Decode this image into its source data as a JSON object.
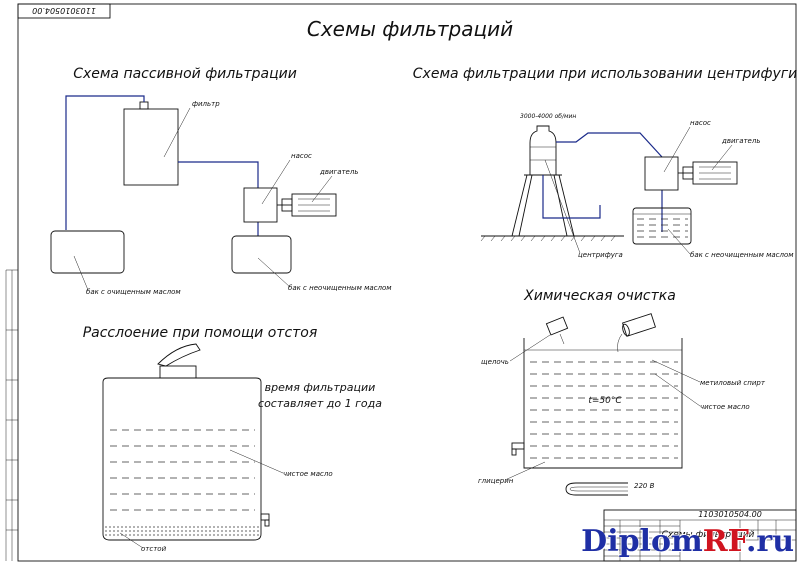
{
  "doc_code_top": "1103010504.00",
  "main_title": "Схемы фильтраций",
  "passive": {
    "title": "Схема пассивной фильтрации",
    "filter": "фильтр",
    "pump": "насос",
    "motor": "двигатель",
    "tank_clean": "бак с очищенным маслом",
    "tank_dirty": "бак с неочищенным маслом"
  },
  "centrifuge": {
    "title": "Схема фильтрации при использовании центрифуги",
    "rpm": "3000-4000 об/мин",
    "pump": "насос",
    "motor": "двигатель",
    "centrifuge": "центрифуга",
    "tank_dirty": "бак с неочищенным маслом"
  },
  "settling": {
    "title": "Расслоение при помощи отстоя",
    "note_line1": "время фильтрации",
    "note_line2": "составляет до 1 года",
    "clean_oil": "чистое масло",
    "sediment": "отстой"
  },
  "chemical": {
    "title": "Химическая очистка",
    "alkali": "щелочь",
    "methyl": "метиловый спирт",
    "clean_oil": "чистое масло",
    "glycerin": "глицерин",
    "temp": "t=50°C",
    "voltage": "220 В"
  },
  "stamp": {
    "code": "1103010504.00",
    "name": "Схемы фильтраций"
  },
  "watermark": {
    "part1": "Diplom",
    "part2": "RF",
    "part3": ".ru"
  },
  "colors": {
    "pipe": "#1a2a8a",
    "watermark_blue": "#1f2fa5",
    "watermark_red": "#d0141f"
  }
}
